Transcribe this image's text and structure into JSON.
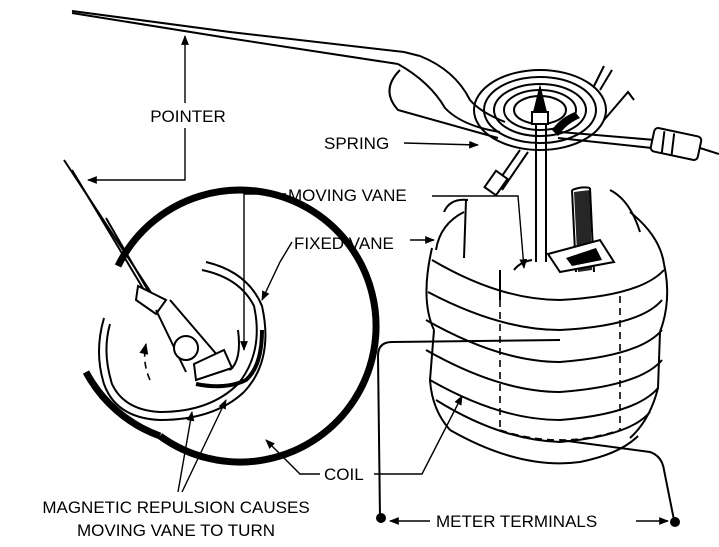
{
  "labels": {
    "pointer": "POINTER",
    "spring": "SPRING",
    "moving_vane": "MOVING VANE",
    "fixed_vane": "FIXED VANE",
    "coil": "COIL",
    "meter_terminals": "METER TERMINALS",
    "caption_line1": "MAGNETIC REPULSION CAUSES",
    "caption_line2": "MOVING VANE TO TURN"
  }
}
